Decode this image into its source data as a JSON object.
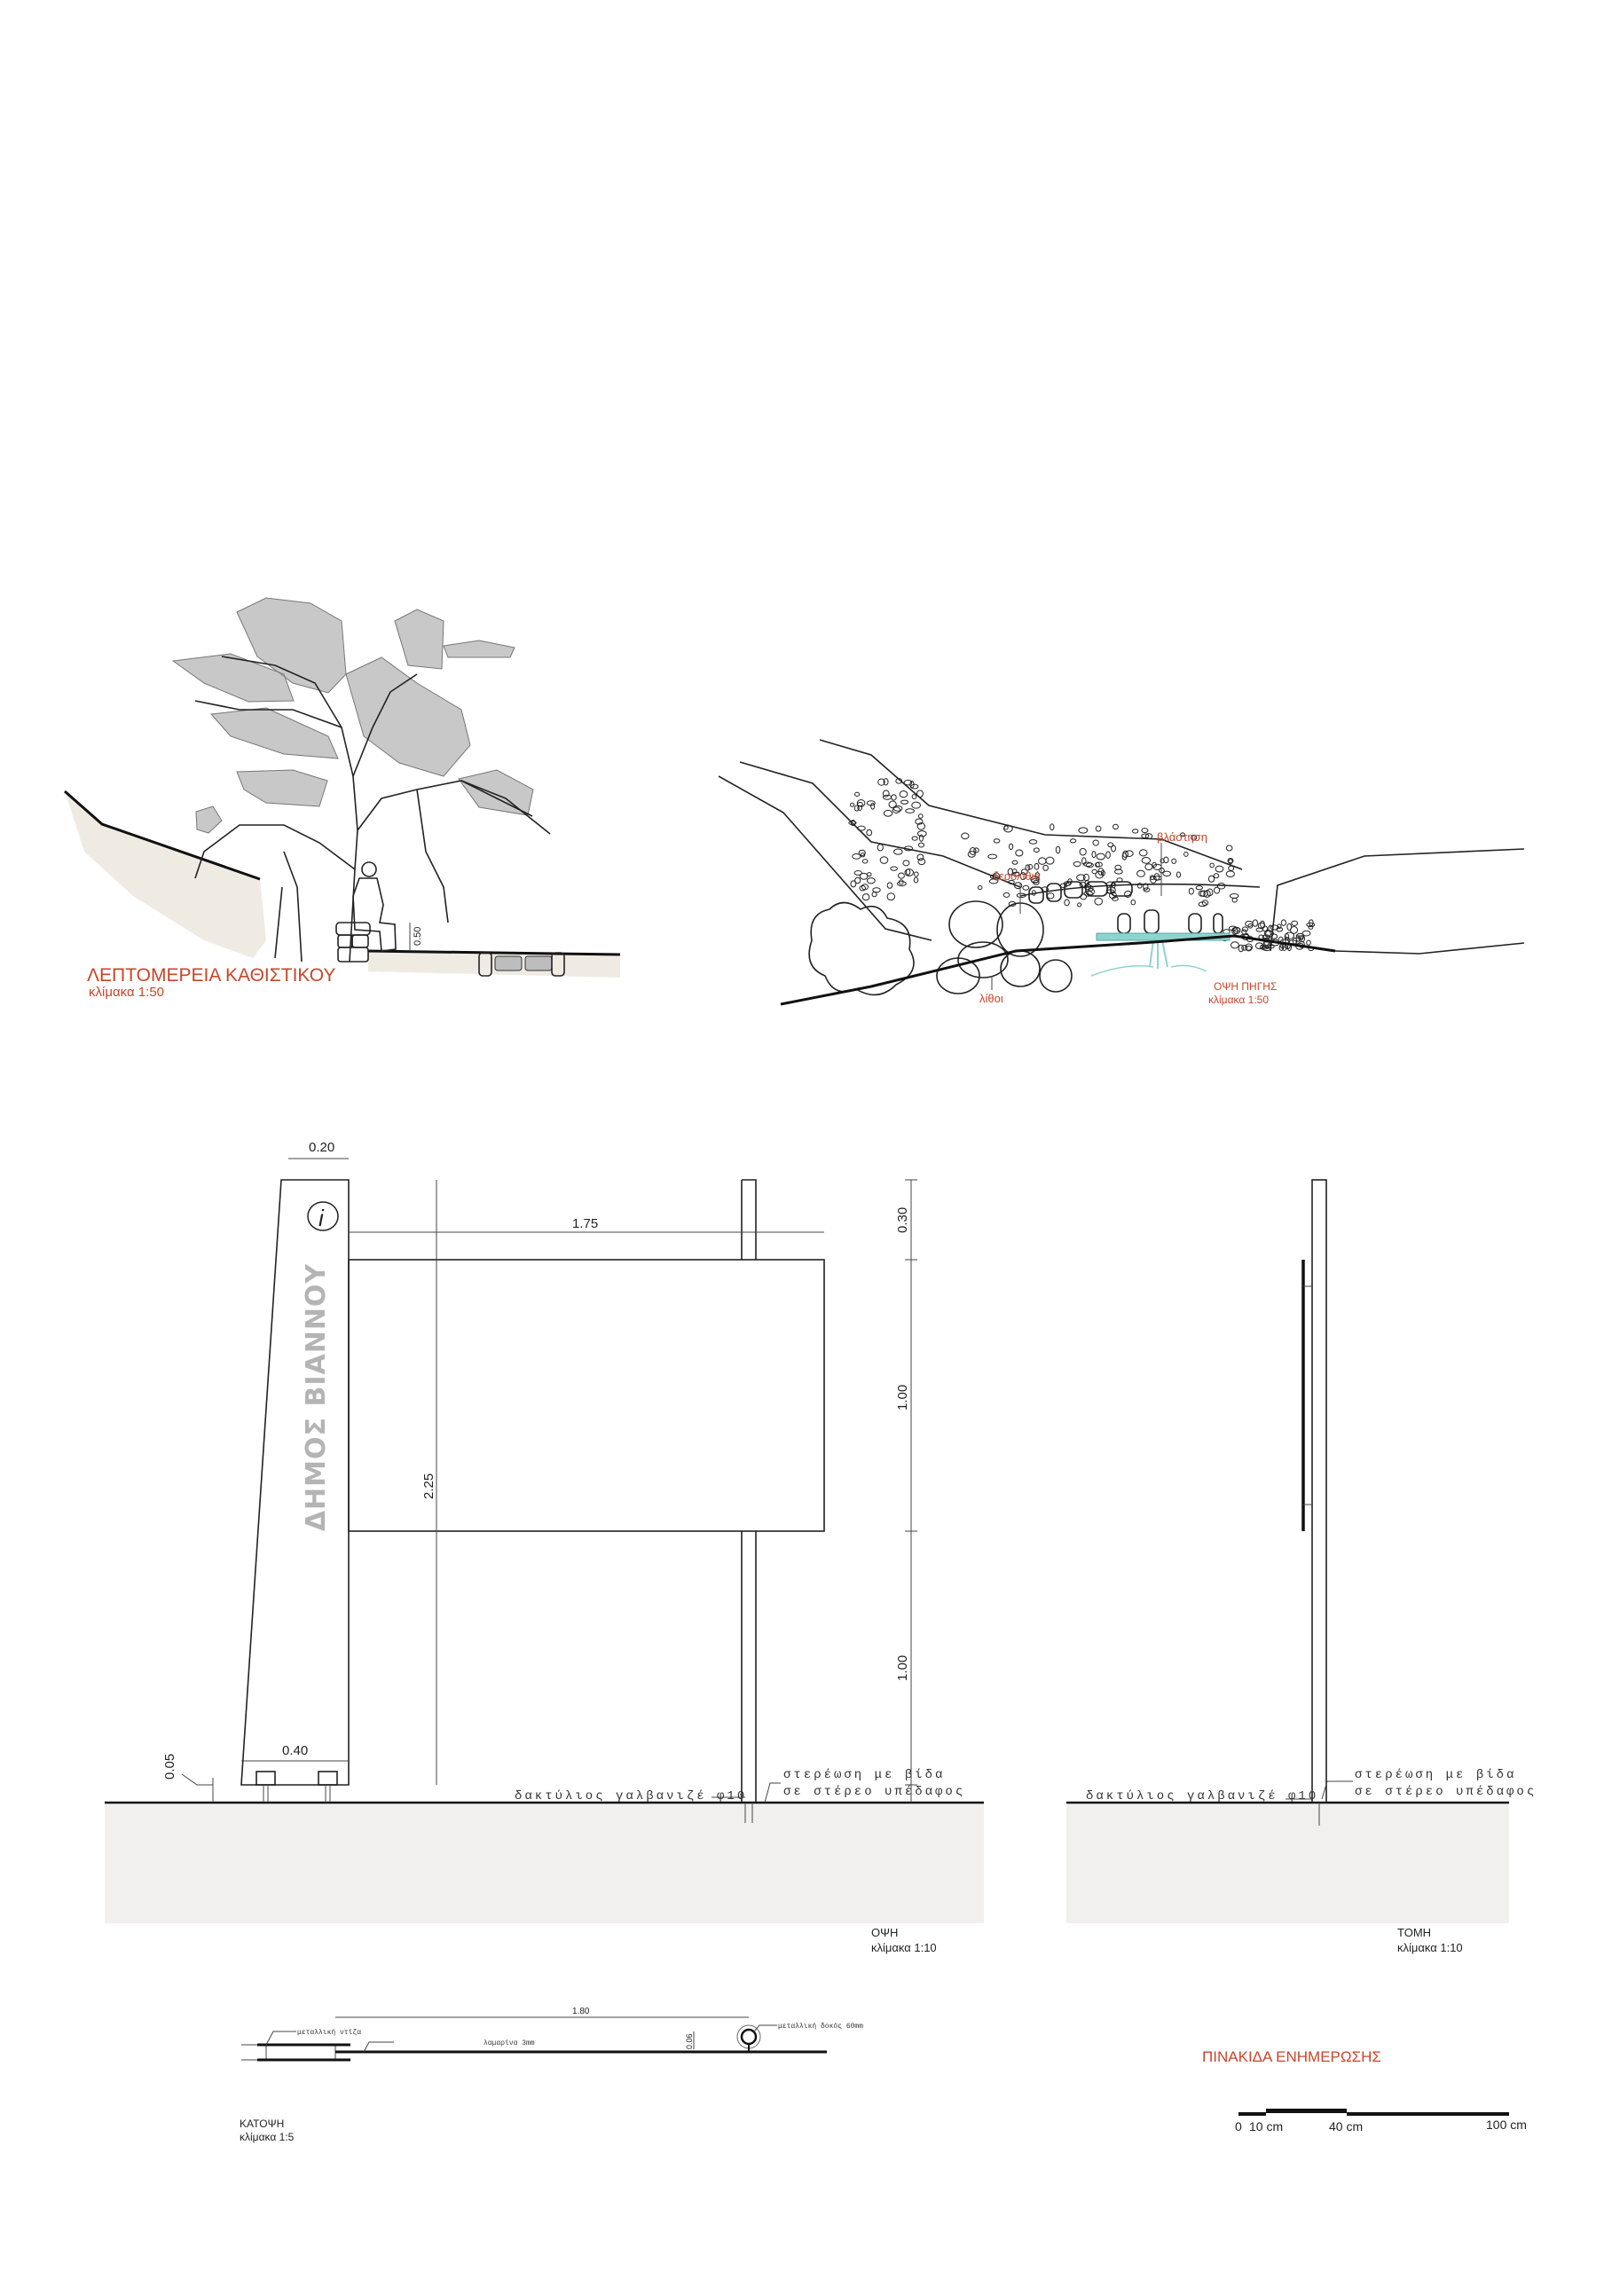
{
  "seat_detail": {
    "title": "ΛΕΠΤΟΜΕΡΕΙΑ ΚΑΘΙΣΤΙΚΟΥ",
    "scale": "κλίμακα 1:50",
    "dim_seat_height": "0.50"
  },
  "spring_view": {
    "title": "ΟΨΗ ΠΗΓΗΣ",
    "scale": "κλίμακα 1:50",
    "labels": {
      "vegetation": "βλάστηση",
      "drystone": "ξερολιθιά",
      "stones": "λίθοι"
    }
  },
  "sign": {
    "title": "ΠΙΝΑΚΙΔΑ ΕΝΗΜΕΡΩΣΗΣ",
    "pylon_text": "ΔΗΜΟΣ ΒΙΑΝΝΟΥ",
    "info_icon_text": "i",
    "elevation": {
      "title": "ΟΨΗ",
      "scale": "κλίμακα 1:10",
      "dims": {
        "pylon_top_width": "0.20",
        "pylon_base_width": "0.40",
        "base_offset": "0.05",
        "panel_width": "1.75",
        "total_height": "2.25",
        "top_gap": "0.30",
        "panel_height": "1.00",
        "bottom_height": "1.00"
      },
      "notes": {
        "ring": "δακτύλιος γαλβανιζέ φ10",
        "anchor_line1": "στερέωση με βίδα",
        "anchor_line2": "σε στέρεο υπέδαφος"
      }
    },
    "section": {
      "title": "ΤΟΜΗ",
      "scale": "κλίμακα 1:10",
      "notes": {
        "ring": "δακτύλιος γαλβανιζέ φ10",
        "anchor_line1": "στερέωση με βίδα",
        "anchor_line2": "σε στέρεο υπέδαφος"
      }
    },
    "plan": {
      "title": "ΚΑΤΟΨΗ",
      "scale": "κλίμακα 1:5",
      "dim_length": "1.80",
      "dim_offset": "0.06",
      "labels": {
        "rod": "μεταλλική ντίζα",
        "sheet": "λαμαρίνα 3mm",
        "post": "μεταλλική δοκός 60mm"
      }
    }
  },
  "scale_bar": {
    "labels": [
      "0",
      "10 cm",
      "40 cm",
      "100 cm"
    ]
  },
  "colors": {
    "title_red": "#c8462a",
    "water": "#8fd3cf",
    "ground": "#efebe3",
    "pylon_lettering": "#b4b4b4"
  }
}
